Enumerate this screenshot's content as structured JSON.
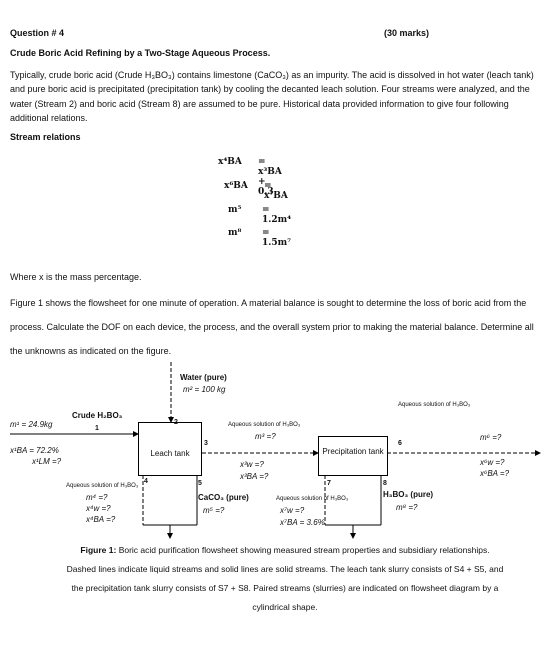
{
  "header": {
    "question": "Question # 4",
    "marks": "(30 marks)"
  },
  "title": "Crude Boric Acid Refining by a Two-Stage Aqueous Process.",
  "intro": "Typically, crude boric acid (Crude H₃BO₃) contains limestone (CaCO₃) as an impurity. The acid is dissolved in hot water (leach tank) and pure boric acid is precipitated (precipitation tank) by cooling the decanted leach solution. Four streams were analyzed, and the water (Stream 2) and boric acid (Stream 8) are assumed to be pure. Historical data provided information to give four following additional relations.",
  "relations_heading": "Stream relations",
  "relations": [
    {
      "lhs": "x⁴BA",
      "rhs": "= x³BA  + 0.3"
    },
    {
      "lhs": "x⁶BA",
      "rhs": "= x⁷BA"
    },
    {
      "lhs": "m⁵",
      "rhs": "= 1.2m⁴"
    },
    {
      "lhs": "m⁸",
      "rhs": "= 1.5m⁷"
    }
  ],
  "where_text": "Where x is the mass percentage.",
  "body": "Figure 1 shows the flowsheet for one minute of operation. A material balance is sought to determine the loss of boric acid from the process. Calculate the DOF on each device, the process, and the overall system prior to making the material balance. Determine all the unknowns as indicated on the figure.",
  "flowsheet": {
    "stream_numbers": [
      "1",
      "2",
      "3",
      "4",
      "5",
      "6",
      "7",
      "8"
    ],
    "water_label": "Water (pure)",
    "m2": "m² = 100 kg",
    "crude_label": "Crude H₂BO₃",
    "m1": "m¹ = 24.9kg",
    "x1ba": "x¹BA = 72.2%",
    "x1lm": "x¹LM =?",
    "leach_tank": "Leach tank",
    "aq3_label": "Aqueous solution of H₃BO₃",
    "m3": "m³ =?",
    "x3w": "x³w =?",
    "x3ba": "x³BA =?",
    "aq4_label": "Aqueous solution of H₃BO₃",
    "m4": "m⁴ =?",
    "x4w": "x⁴w =?",
    "x4ba": "x⁴BA =?",
    "caco3_label": "CaCO₃ (pure)",
    "m5": "m⁵ =?",
    "precip_tank": "Precipitation tank",
    "aq6_label": "Aqueous solution of H₃BO₃",
    "m6": "m⁶ =?",
    "x6w": "x⁶w =?",
    "x6ba": "x⁶BA =?",
    "aq7_label": "Aqueous solution of H₃BO₃",
    "x7w": "x⁷w =?",
    "x7ba": "x⁷BA = 3.6%",
    "h3bo3_label": "H₃BO₃ (pure)",
    "m8": "m⁸ =?"
  },
  "caption": {
    "label": "Figure 1:",
    "text": "Boric acid purification flowsheet showing measured stream properties and subsidiary relationships. Dashed lines indicate liquid streams and solid lines are solid streams. The leach tank slurry consists of S4 + S5, and the precipitation tank slurry consists of S7 + S8. Paired streams (slurries) are indicated on flowsheet diagram by a cylindrical shape."
  }
}
